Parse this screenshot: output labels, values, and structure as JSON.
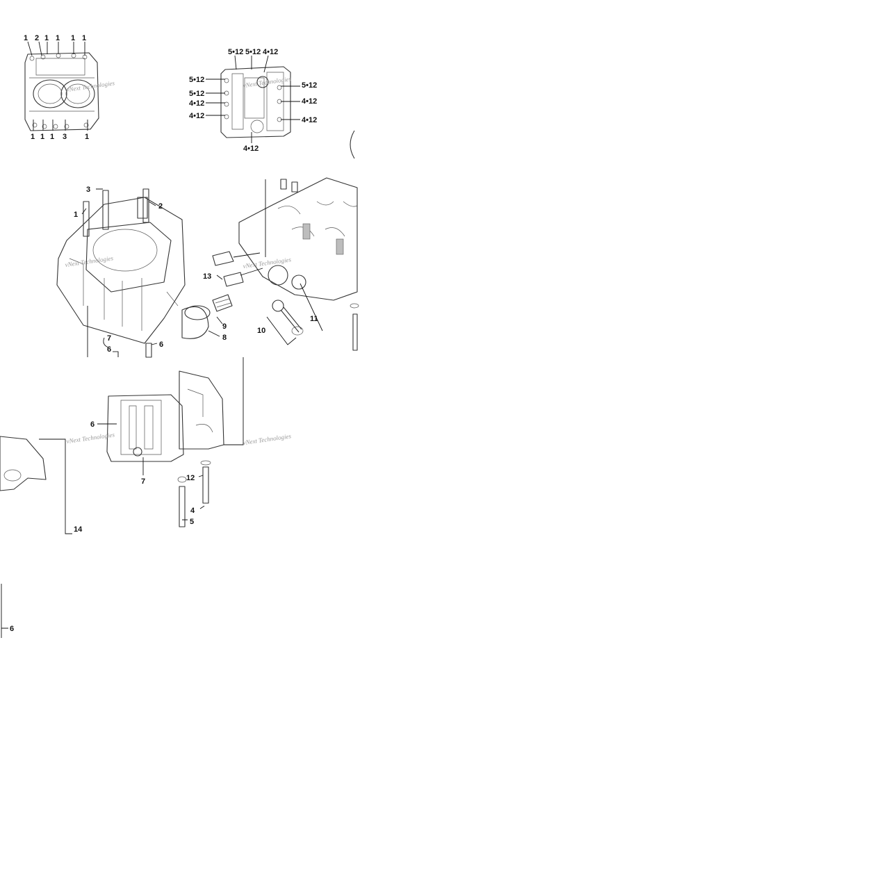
{
  "callouts": {
    "top_left": [
      "1",
      "2",
      "1",
      "1",
      "1",
      "1",
      "1",
      "1",
      "1",
      "3",
      "1"
    ],
    "top_right": [
      "5•12",
      "5•12",
      "4•12",
      "5•12",
      "5•12",
      "4•12",
      "4•12",
      "5•12",
      "4•12",
      "4•12",
      "4•12"
    ],
    "main_left": [
      "3",
      "2",
      "1",
      "7",
      "6",
      "6",
      "9",
      "8"
    ],
    "main_right": [
      "13",
      "10",
      "11"
    ],
    "bottom": [
      "6",
      "7",
      "12",
      "4",
      "5",
      "14",
      "6"
    ]
  },
  "watermarks": [
    "vNext Technologies",
    "vNext Technologies",
    "vNext Technologies",
    "vNext Technologies",
    "vNext Technologies",
    "vNext Technologies"
  ]
}
